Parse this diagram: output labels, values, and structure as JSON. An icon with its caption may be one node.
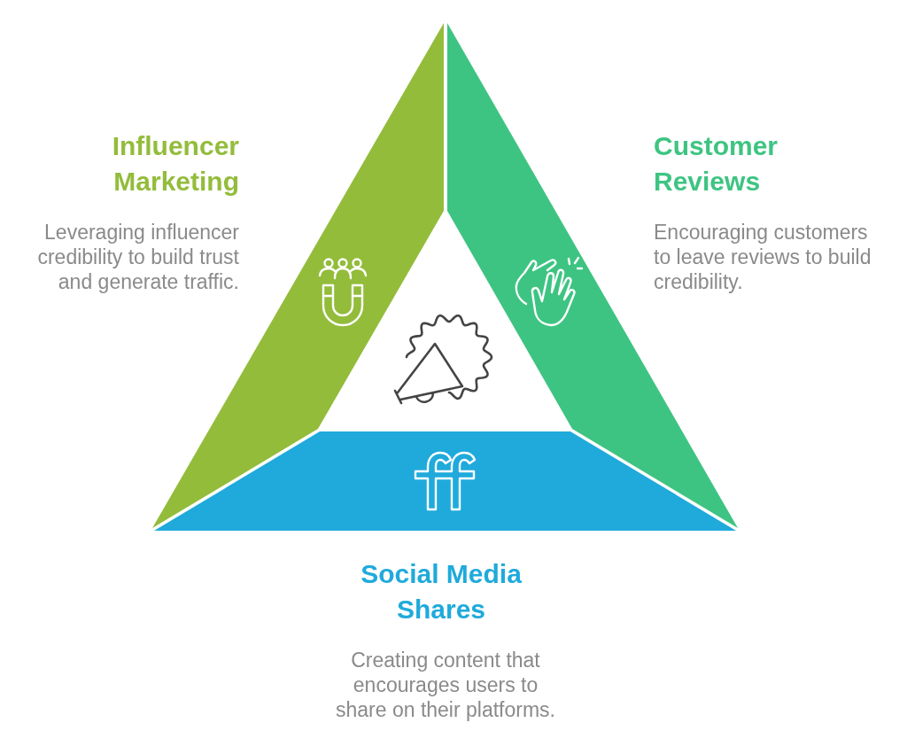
{
  "diagram": {
    "nodes": [
      {
        "text": [
          "Influencer Marketing",
          "Leveraging influencer credibility to build trust and generate traffic."
        ]
      },
      {
        "text": [
          "Customer Reviews",
          "Encouraging customers to leave reviews to build credibility."
        ]
      },
      {
        "text": [
          "Social Media Shares",
          "Creating content that encourages users to share on their platforms."
        ]
      }
    ]
  }
}
